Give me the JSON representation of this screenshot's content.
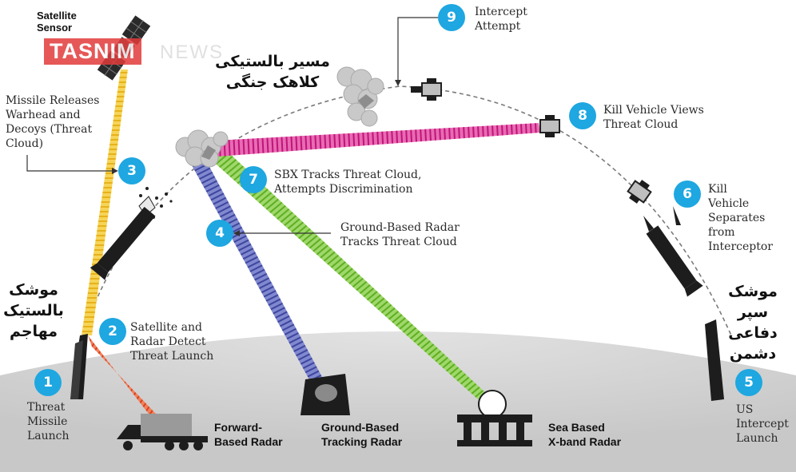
{
  "satellite_label": "Satellite\nSensor",
  "watermark": {
    "brand": "TASNIM",
    "suffix": "NEWS"
  },
  "persian": {
    "trajectory": "مسیر بالستیکی\nکلاهک جنگی",
    "attacking_missile": "موشک\nبالستیک\nمهاجم",
    "defense_missile": "موشک\nسپر دفاعی\nدشمن"
  },
  "steps": [
    {
      "num": "1",
      "label": "Threat\nMissile\nLaunch"
    },
    {
      "num": "2",
      "label": "Satellite and\nRadar Detect\nThreat Launch"
    },
    {
      "num": "3",
      "label": "Missile Releases\nWarhead and\nDecoys (Threat\nCloud)"
    },
    {
      "num": "4",
      "label": "Ground-Based Radar\nTracks Threat Cloud"
    },
    {
      "num": "5",
      "label": "US\nIntercept\nLaunch"
    },
    {
      "num": "6",
      "label": "Kill\nVehicle\nSeparates\nfrom\nInterceptor"
    },
    {
      "num": "7",
      "label": "SBX Tracks Threat Cloud,\nAttempts Discrimination"
    },
    {
      "num": "8",
      "label": "Kill Vehicle Views\nThreat Cloud"
    },
    {
      "num": "9",
      "label": "Intercept\nAttempt"
    }
  ],
  "radars": {
    "forward": "Forward-\nBased Radar",
    "ground": "Ground-Based\nTracking Radar",
    "sea": "Sea Based\nX-band Radar"
  },
  "colors": {
    "step_circle": "#1ea7e1",
    "satellite_beam": "#f2c230",
    "forward_beam": "#e8512a",
    "ground_beam": "#5a63b8",
    "sbx_beam": "#7fc83a",
    "kill_vehicle_beam": "#d92e93",
    "ground_surface": "#d4d4d4"
  }
}
